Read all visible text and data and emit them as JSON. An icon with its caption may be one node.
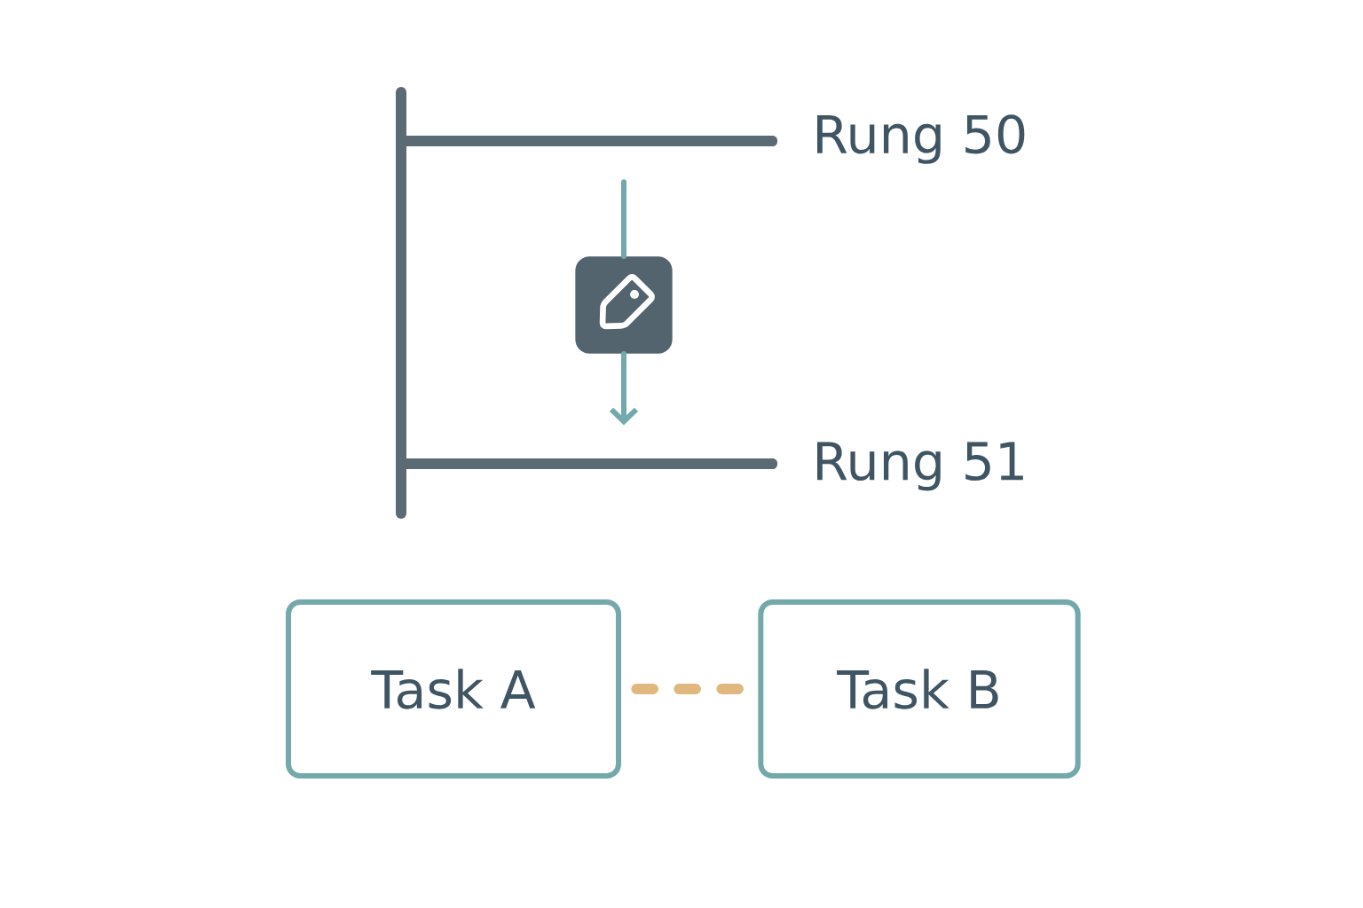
{
  "diagram": {
    "nodes": [
      {
        "text": [],
        "shape": "bar",
        "beside": [
          "Rung 50"
        ]
      },
      {
        "text": [],
        "shape": "box"
      },
      {
        "text": [],
        "shape": "bar",
        "beside": [
          "Rung 51"
        ]
      },
      {
        "text": [
          "Task A"
        ]
      },
      {
        "text": [
          "Task B"
        ]
      }
    ],
    "edges": [
      {
        "from": 0,
        "to": 1,
        "arrow": "none"
      },
      {
        "from": 1,
        "to": 2,
        "arrow": "to"
      },
      {
        "from": 3,
        "to": 4,
        "arrow": "none",
        "style": "dashed",
        "color": "#e0b77e"
      }
    ]
  }
}
